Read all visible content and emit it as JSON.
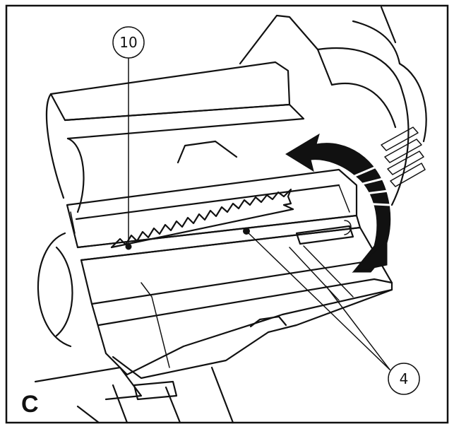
{
  "figure": {
    "panel_label": "C",
    "callouts": [
      {
        "id": "callout-10",
        "label": "10"
      },
      {
        "id": "callout-4",
        "label": "4"
      }
    ],
    "colors": {
      "line": "#111111",
      "background": "#ffffff",
      "arrow_fill": "#111111"
    }
  }
}
